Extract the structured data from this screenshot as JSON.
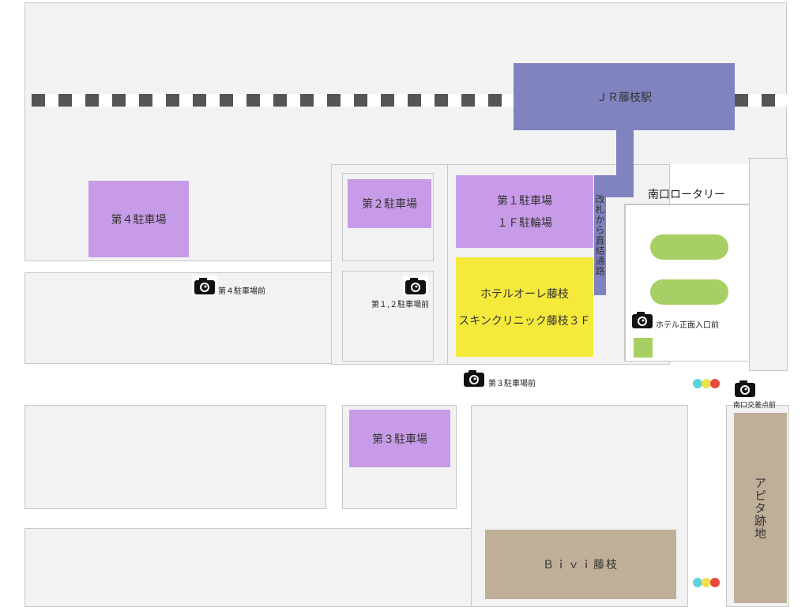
{
  "station": {
    "name": "ＪＲ藤枝駅"
  },
  "passage": {
    "label": "改札から直結通路"
  },
  "rotary": {
    "label": "南口ロータリー"
  },
  "parking": {
    "p1": {
      "line1": "第１駐車場",
      "line2": "１Ｆ駐輪場"
    },
    "p2": {
      "label": "第２駐車場"
    },
    "p3": {
      "label": "第３駐車場"
    },
    "p4": {
      "label": "第４駐車場"
    }
  },
  "hotel": {
    "line1": "ホテルオーレ藤枝",
    "line2": "スキンクリニック藤枝３Ｆ"
  },
  "buildings": {
    "bivi": "Ｂｉｖｉ藤枝",
    "apita": "アピタ跡地"
  },
  "cameras": {
    "cam_p4": "第４駐車場前",
    "cam_p12": "第１,２駐車場前",
    "cam_hotel": "ホテル正面入口前",
    "cam_p3": "第３駐車場前",
    "cam_crossing": "南口交差点前"
  },
  "colors": {
    "station": "#8083bf",
    "parking": "#c89be8",
    "hotel": "#f5ea3c",
    "building": "#bfaf98",
    "green": "#a8cf63",
    "block": "#f2f2f2"
  },
  "icons": [
    "camera-icon",
    "traffic-light-icon"
  ]
}
